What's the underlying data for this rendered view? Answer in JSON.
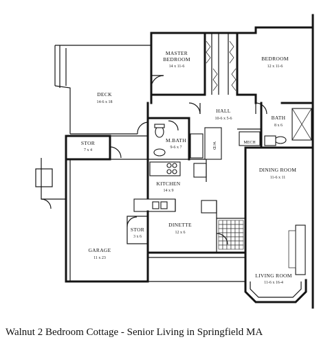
{
  "caption": "Walnut 2 Bedroom Cottage - Senior Living in Springfield MA",
  "rooms": {
    "master_bedroom": {
      "name_line1": "MASTER",
      "name_line2": "BEDROOM",
      "dims": "14 x 11-6"
    },
    "bedroom": {
      "name": "BEDROOM",
      "dims": "12 x 11-6"
    },
    "deck": {
      "name": "DECK",
      "dims": "14-6 x 18"
    },
    "hall": {
      "name": "HALL",
      "dims": "10-6 x 5-6"
    },
    "bath": {
      "name": "BATH",
      "dims": "8 x 6"
    },
    "m_bath": {
      "name": "M.BATH",
      "dims": "9-6 x 7"
    },
    "mech": {
      "name": "MECH"
    },
    "wd": {
      "name": "W/D"
    },
    "stor_top": {
      "name": "STOR",
      "dims": "7 x 4"
    },
    "kitchen": {
      "name": "KITCHEN",
      "dims": "14 x 9"
    },
    "dining_room": {
      "name": "DINING ROOM",
      "dims": "11-6 x 11"
    },
    "stor_small": {
      "name": "STOR",
      "dims": "3 x 6"
    },
    "dinette": {
      "name": "DINETTE",
      "dims": "12 x 6"
    },
    "garage": {
      "name": "GARAGE",
      "dims": "11 x 23"
    },
    "living_room": {
      "name": "LIVING ROOM",
      "dims": "11-6 x 16-4"
    }
  }
}
